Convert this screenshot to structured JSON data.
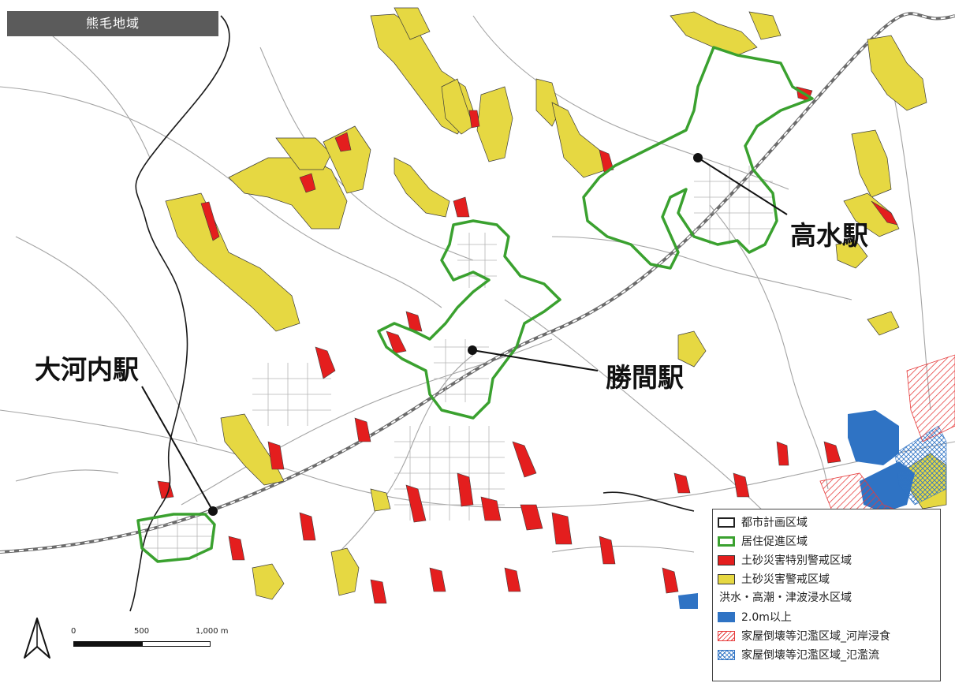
{
  "map": {
    "area_title": "熊毛地域",
    "stations": [
      {
        "id": "takamizu",
        "label": "高水駅"
      },
      {
        "id": "katsuma",
        "label": "勝間駅"
      },
      {
        "id": "okochi",
        "label": "大河内駅"
      }
    ]
  },
  "legend": {
    "items": [
      {
        "label": "都市計画区域",
        "swatch": "city-planning-boundary"
      },
      {
        "label": "居住促進区域",
        "swatch": "residential-promotion"
      },
      {
        "label": "土砂災害特別警戒区域",
        "swatch": "landslide-special"
      },
      {
        "label": "土砂災害警戒区域",
        "swatch": "landslide-warning"
      }
    ],
    "flood_heading": "洪水・高潮・津波浸水区域",
    "flood_items": [
      {
        "label": "2.0m以上",
        "swatch": "flood-depth"
      },
      {
        "label": "家屋倒壊等氾濫区域_河岸浸食",
        "swatch": "bank-erosion"
      },
      {
        "label": "家屋倒壊等氾濫区域_氾濫流",
        "swatch": "flood-flow"
      }
    ]
  },
  "scale": {
    "labels": [
      "0",
      "500",
      "1,000 m"
    ]
  },
  "colors": {
    "residential": "#3aa12f",
    "landslide_special": "#e41e1e",
    "landslide_warning": "#e6d842",
    "flood": "#2f73c4",
    "road": "#9a9a9a",
    "boundary": "#1a1a1a"
  }
}
